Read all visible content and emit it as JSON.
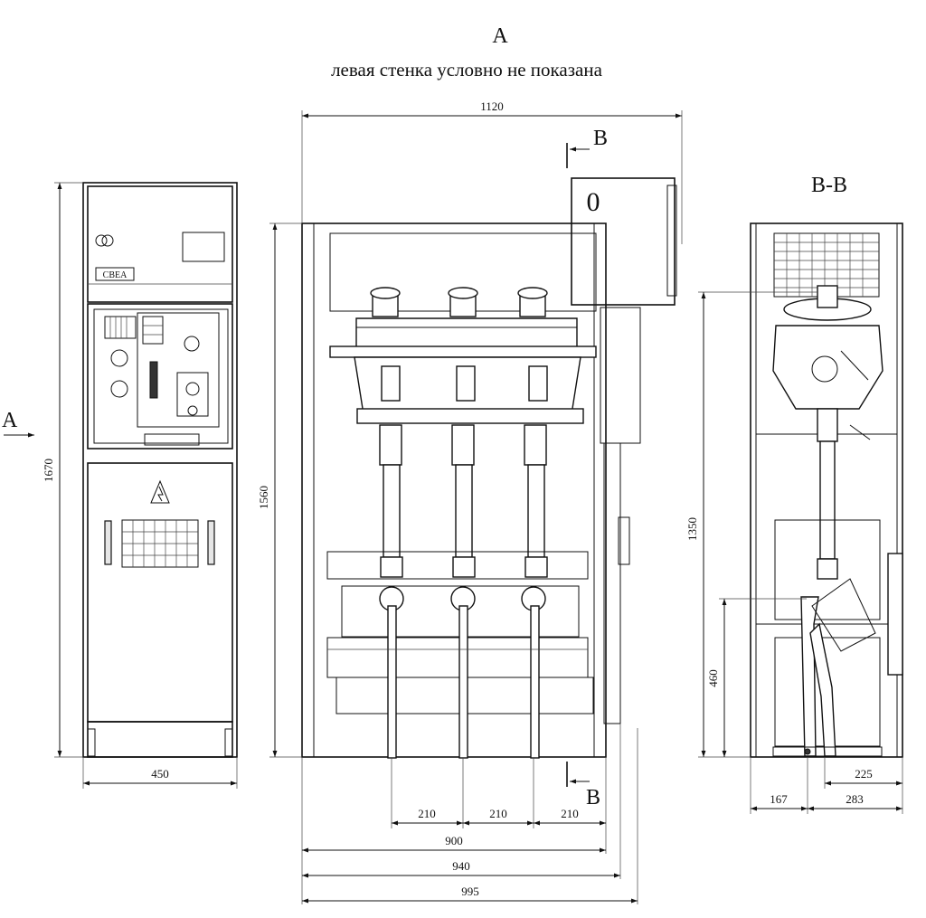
{
  "header": {
    "view_letter": "А",
    "caption": "левая стенка условно не показана"
  },
  "front_view": {
    "height_dim": "1670",
    "width_dim": "450",
    "view_arrow_label": "А",
    "logo_text": "CBEA"
  },
  "side_view": {
    "top_width_dim": "1120",
    "height_dim": "1560",
    "section_mark_top": "В",
    "section_mark_bottom": "В",
    "indicator_label": "0",
    "pitch_1": "210",
    "pitch_2": "210",
    "pitch_3": "210",
    "width_900": "900",
    "width_940": "940",
    "width_995": "995"
  },
  "section_view": {
    "title": "В-В",
    "height_dim": "1350",
    "lower_dim": "460",
    "dim_225": "225",
    "dim_167": "167",
    "dim_283": "283"
  }
}
